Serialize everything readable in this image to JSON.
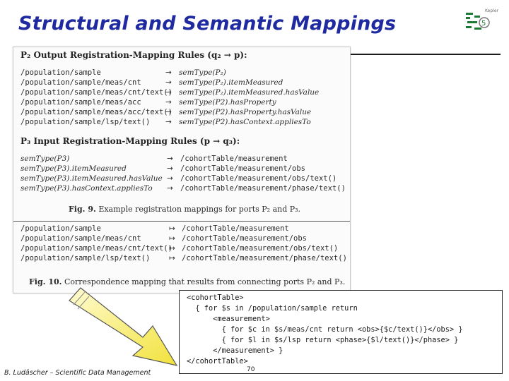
{
  "slide": {
    "title": "Structural and Semantic Mappings",
    "logo_text": "Kepler",
    "footer": "B. Ludäscher – Scientific Data Management",
    "page_number": "70"
  },
  "colors": {
    "title": "#1f2aa0",
    "logo_green": "#1c7a34"
  },
  "figure": {
    "output_heading": "P₂ Output Registration-Mapping Rules (q₂ → p):",
    "output_rules": [
      {
        "lhs": "/population/sample",
        "arrow": "→",
        "rhs": "semType(P₂)"
      },
      {
        "lhs": "/population/sample/meas/cnt",
        "arrow": "→",
        "rhs": "semType(P₂).itemMeasured"
      },
      {
        "lhs": "/population/sample/meas/cnt/text()",
        "arrow": "→",
        "rhs": "semType(P₂).itemMeasured.hasValue"
      },
      {
        "lhs": "/population/sample/meas/acc",
        "arrow": "→",
        "rhs": "semType(P2).hasProperty"
      },
      {
        "lhs": "/population/sample/meas/acc/text()",
        "arrow": "→",
        "rhs": "semType(P2).hasProperty.hasValue"
      },
      {
        "lhs": "/population/sample/lsp/text()",
        "arrow": "→",
        "rhs": "semType(P2).hasContext.appliesTo"
      }
    ],
    "input_heading": "P₃ Input Registration-Mapping Rules (p → q₃):",
    "input_rules": [
      {
        "lhs": "semType(P3)",
        "arrow": "→",
        "rhs": "/cohortTable/measurement"
      },
      {
        "lhs": "semType(P3).itemMeasured",
        "arrow": "→",
        "rhs": "/cohortTable/measurement/obs"
      },
      {
        "lhs": "semType(P3).itemMeasured.hasValue",
        "arrow": "→",
        "rhs": "/cohortTable/measurement/obs/text()"
      },
      {
        "lhs": "semType(P3).hasContext.appliesTo",
        "arrow": "→",
        "rhs": "/cohortTable/measurement/phase/text()"
      }
    ],
    "fig9_label": "Fig. 9.",
    "fig9_caption": "Example registration mappings for ports P₂ and P₃.",
    "correspondence_rules": [
      {
        "lhs": "/population/sample",
        "arrow": "↦",
        "rhs": "/cohortTable/measurement"
      },
      {
        "lhs": "/population/sample/meas/cnt",
        "arrow": "↦",
        "rhs": "/cohortTable/measurement/obs"
      },
      {
        "lhs": "/population/sample/meas/cnt/text()",
        "arrow": "↦",
        "rhs": "/cohortTable/measurement/obs/text()"
      },
      {
        "lhs": "/population/sample/lsp/text()",
        "arrow": "↦",
        "rhs": "/cohortTable/measurement/phase/text()"
      }
    ],
    "fig10_label": "Fig. 10.",
    "fig10_caption": "Correspondence mapping that results from connecting ports P₂ and P₃."
  },
  "code": [
    "<cohortTable>",
    "  { for $s in /population/sample return",
    "      <measurement>",
    "        { for $c in $s/meas/cnt return <obs>{$c/text()}</obs> }",
    "        { for $l in $s/lsp return <phase>{$l/text()}</phase> }",
    "      </measurement> }",
    "</cohortTable>"
  ]
}
